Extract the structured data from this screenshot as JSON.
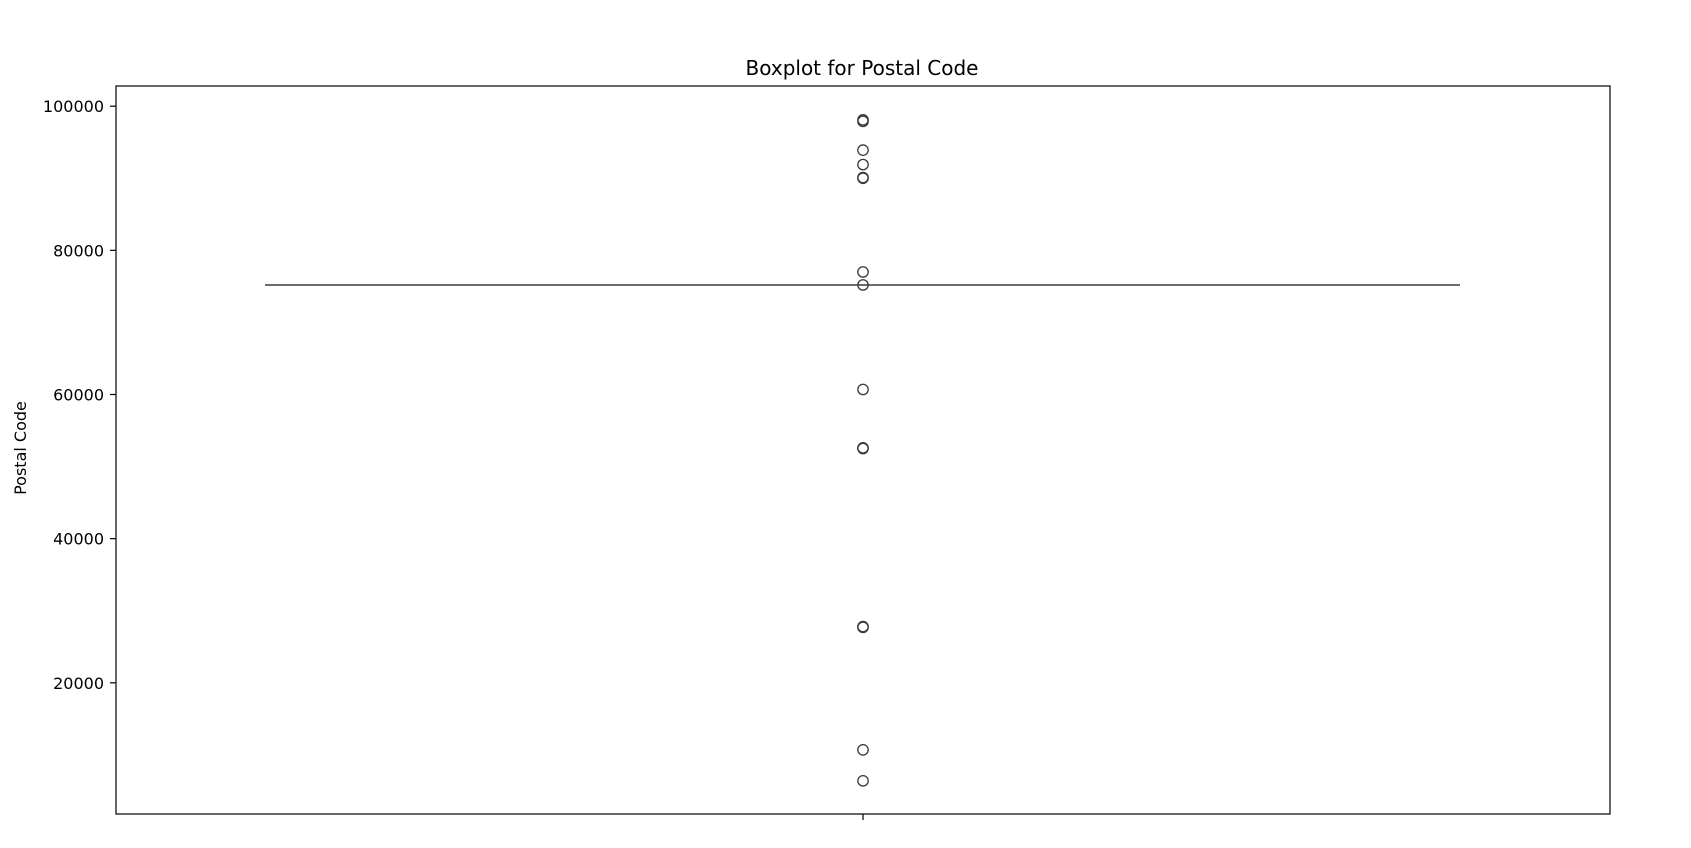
{
  "chart_data": {
    "type": "boxplot",
    "title": "Boxplot for Postal Code",
    "xlabel": "",
    "ylabel": "Postal Code",
    "ylim": [
      1800,
      102800
    ],
    "yticks": [
      20000,
      40000,
      60000,
      80000,
      100000
    ],
    "median": 75200,
    "q1": 75200,
    "q3": 75200,
    "whisker_low": 75200,
    "whisker_high": 75200,
    "outliers": [
      98100,
      97900,
      93900,
      91900,
      90000,
      90100,
      77000,
      75200,
      60700,
      52600,
      52500,
      27800,
      27700,
      10700,
      6400
    ],
    "grid": false,
    "colors": {
      "line": "#3a3a3a",
      "frame": "#000000"
    }
  }
}
